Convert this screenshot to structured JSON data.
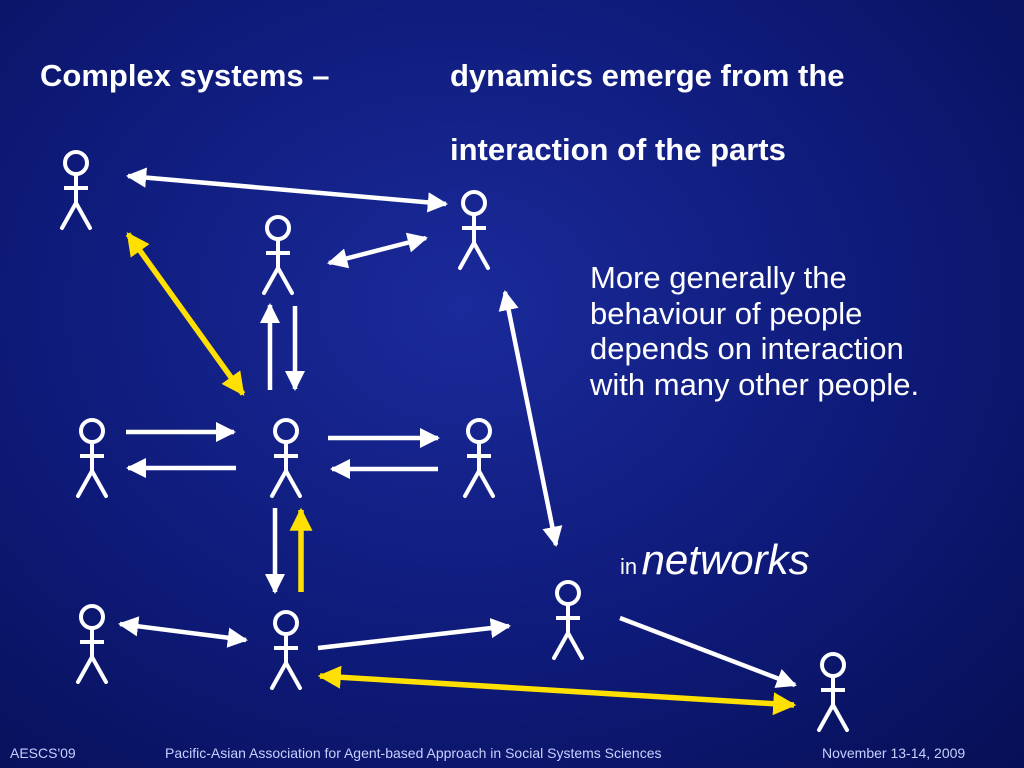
{
  "slide": {
    "title_line_1": "Complex systems –",
    "title_line_2": "dynamics emerge from the",
    "title_line_3": "interaction of the parts",
    "body_text": "More generally the behaviour of people depends on interaction with many other people.",
    "in_text": "in",
    "networks_text": "networks"
  },
  "footer": {
    "left": "AESCS'09",
    "center": "Pacific-Asian Association for Agent-based Approach in Social Systems Sciences",
    "right": "November 13-14, 2009"
  },
  "colors": {
    "background": "#0e1a78",
    "text": "#ffffff",
    "highlight_arrow": "#ffe000",
    "figure": "#ffffff"
  },
  "icons": {
    "person": "stick-figure-icon",
    "link": "arrow-icon"
  }
}
